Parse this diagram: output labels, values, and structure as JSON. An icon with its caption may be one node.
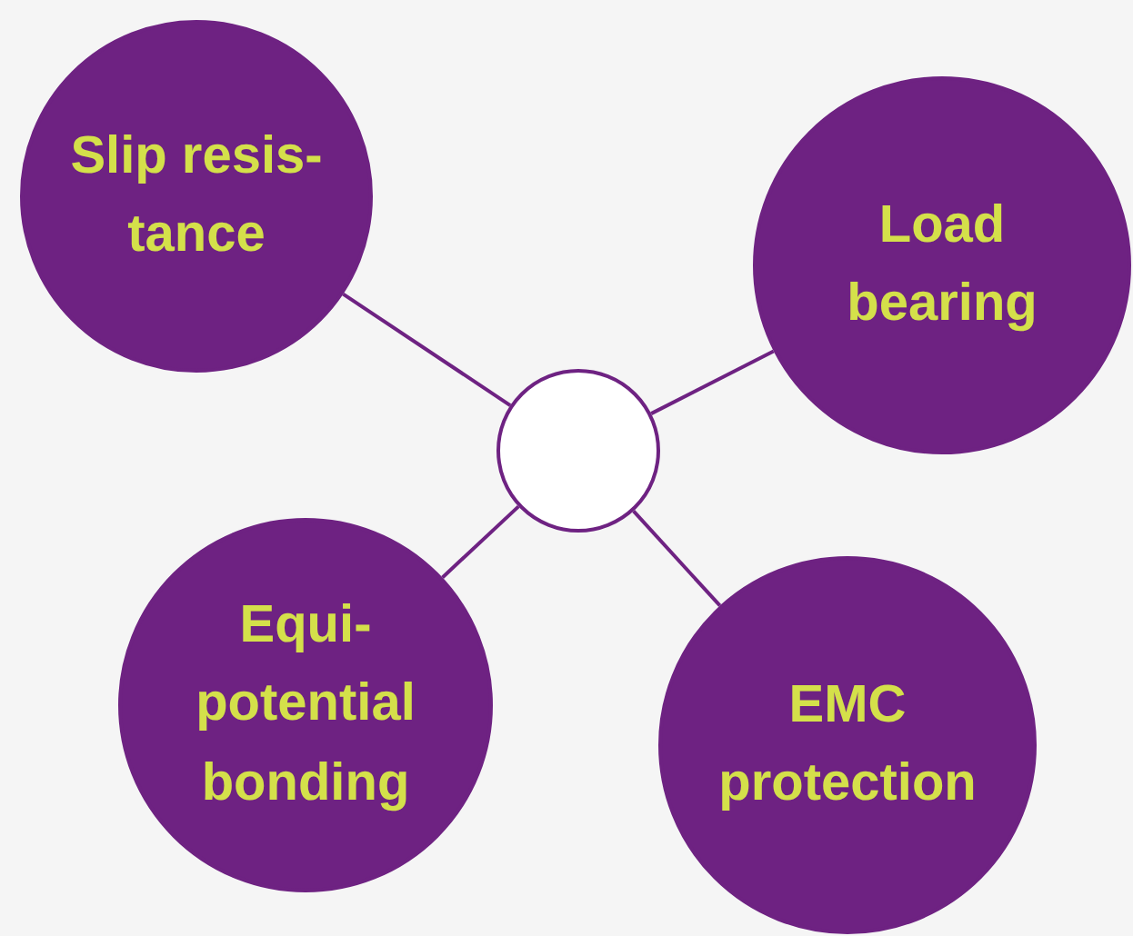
{
  "diagram": {
    "nodes": [
      {
        "text": [
          "Slip resis- tance"
        ]
      },
      {
        "text": [
          "Load bearing"
        ]
      },
      {
        "text": [],
        "shape": "circle"
      },
      {
        "text": [
          "Equi- potential bonding"
        ]
      },
      {
        "text": [
          "EMC protection"
        ]
      }
    ],
    "edges": [
      {
        "from": 2,
        "to": 0,
        "arrow": "none"
      },
      {
        "from": 2,
        "to": 1,
        "arrow": "none"
      },
      {
        "from": 2,
        "to": 3,
        "arrow": "none"
      },
      {
        "from": 2,
        "to": 4,
        "arrow": "none"
      }
    ]
  }
}
